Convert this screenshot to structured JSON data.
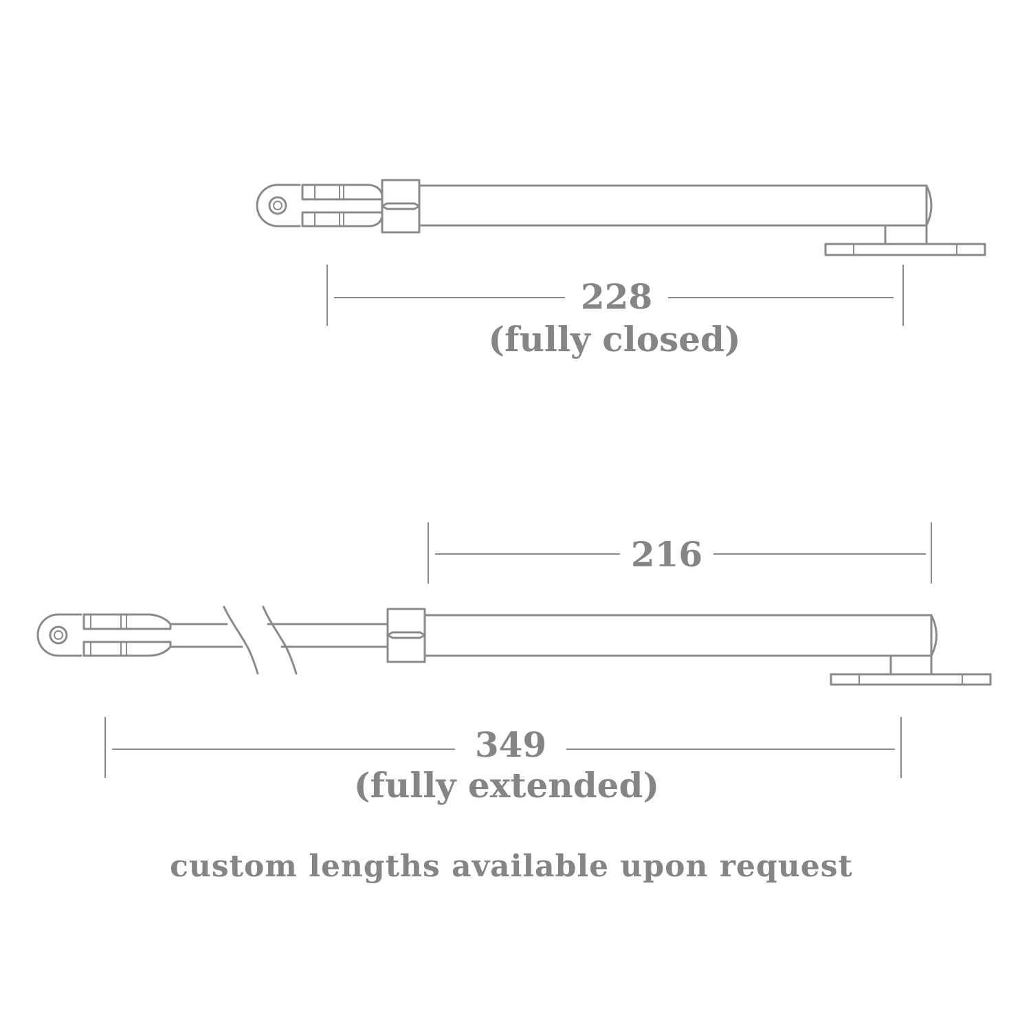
{
  "closed": {
    "length": "228",
    "caption": "(fully closed)"
  },
  "extended": {
    "tube_length": "216",
    "length": "349",
    "caption": "(fully extended)"
  },
  "note": "custom lengths available upon request",
  "colors": {
    "line": "#8a8a8a",
    "text": "#858585",
    "background": "#ffffff"
  }
}
